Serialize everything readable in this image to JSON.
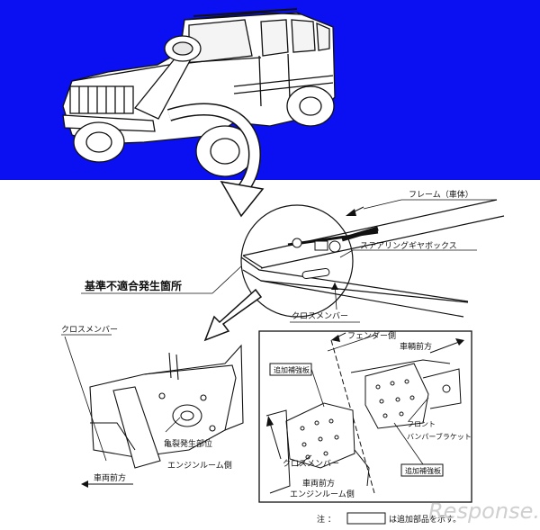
{
  "colors": {
    "top_band": "#0a10f2",
    "line": "#111111",
    "watermark": "#c8c8c8"
  },
  "labels": {
    "frame": "フレーム（車体）",
    "steering_gearbox": "ステアリングギヤボックス",
    "noncompliance_location": "基準不適合発生箇所",
    "cross_member_top": "クロスメンバー",
    "cross_member_left": "クロスメンバー",
    "crack_location": "亀裂発生部位",
    "engine_room_side_left": "エンジンルーム側",
    "vehicle_front_left": "車両前方",
    "fender_side": "フェンダー側",
    "vehicle_front_right": "車輌前方",
    "reinforcement_plate_top": "追加補強板",
    "front_bumper_bracket_line1": "フロント",
    "front_bumper_bracket_line2": "バンパーブラケット",
    "cross_member_inset": "クロスメンバー",
    "reinforcement_plate_bottom": "追加補強板",
    "vehicle_front_inset": "車両前方",
    "engine_room_side_inset": "エンジンルーム側",
    "note_prefix": "注 ：",
    "note_suffix": "は追加部品を示す。",
    "watermark": "Response."
  }
}
